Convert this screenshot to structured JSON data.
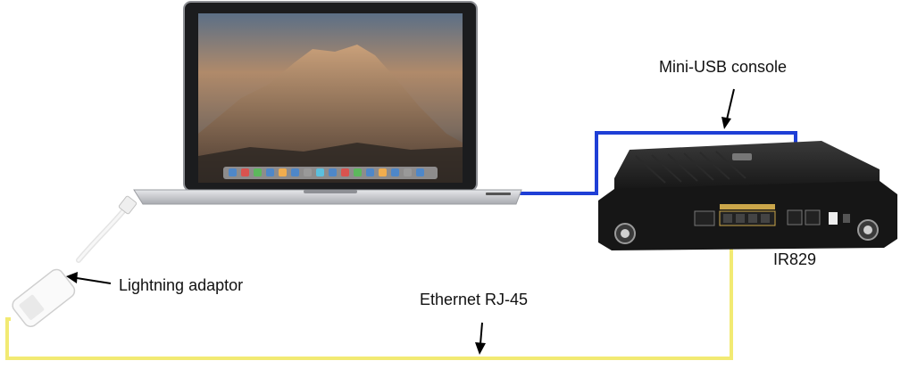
{
  "labels": {
    "mini_usb": "Mini-USB console",
    "lightning": "Lightning adaptor",
    "ethernet": "Ethernet RJ-45",
    "router": "IR829"
  },
  "colors": {
    "usb_cable": "#1f3fd6",
    "ethernet_cable": "#f2ea73",
    "router_body": "#141414",
    "laptop_silver": "#c9cbcf"
  },
  "icons": {
    "laptop": "laptop-icon",
    "router": "router-icon",
    "adapter": "thunderbolt-adapter-icon"
  }
}
